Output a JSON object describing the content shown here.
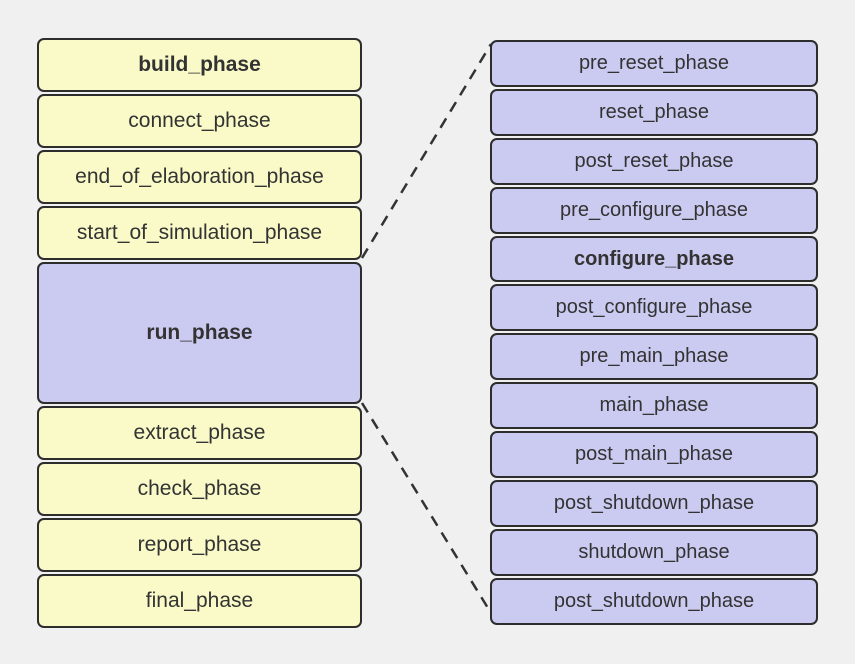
{
  "colors": {
    "background": "#f0f0f0",
    "box_border": "#2d2d2d",
    "text": "#333333",
    "yellow_fill": "#fafac8",
    "lavender_fill": "#cbcbf2",
    "connector": "#333333"
  },
  "left_column": {
    "items": [
      {
        "label": "build_phase",
        "bold": true,
        "fill": "yellow"
      },
      {
        "label": "connect_phase",
        "bold": false,
        "fill": "yellow"
      },
      {
        "label": "end_of_elaboration_phase",
        "bold": false,
        "fill": "yellow"
      },
      {
        "label": "start_of_simulation_phase",
        "bold": false,
        "fill": "yellow"
      },
      {
        "label": "run_phase",
        "bold": true,
        "fill": "lavender"
      },
      {
        "label": "extract_phase",
        "bold": false,
        "fill": "yellow"
      },
      {
        "label": "check_phase",
        "bold": false,
        "fill": "yellow"
      },
      {
        "label": "report_phase",
        "bold": false,
        "fill": "yellow"
      },
      {
        "label": "final_phase",
        "bold": false,
        "fill": "yellow"
      }
    ]
  },
  "right_column": {
    "items": [
      {
        "label": "pre_reset_phase",
        "bold": false,
        "fill": "lavender"
      },
      {
        "label": "reset_phase",
        "bold": false,
        "fill": "lavender"
      },
      {
        "label": "post_reset_phase",
        "bold": false,
        "fill": "lavender"
      },
      {
        "label": "pre_configure_phase",
        "bold": false,
        "fill": "lavender"
      },
      {
        "label": "configure_phase",
        "bold": true,
        "fill": "lavender"
      },
      {
        "label": "post_configure_phase",
        "bold": false,
        "fill": "lavender"
      },
      {
        "label": "pre_main_phase",
        "bold": false,
        "fill": "lavender"
      },
      {
        "label": "main_phase",
        "bold": false,
        "fill": "lavender"
      },
      {
        "label": "post_main_phase",
        "bold": false,
        "fill": "lavender"
      },
      {
        "label": "post_shutdown_phase",
        "bold": false,
        "fill": "lavender"
      },
      {
        "label": "shutdown_phase",
        "bold": false,
        "fill": "lavender"
      },
      {
        "label": "post_shutdown_phase",
        "bold": false,
        "fill": "lavender"
      }
    ]
  },
  "connectors": [
    {
      "name": "run-phase-to-subphases-top",
      "style": "dashed"
    },
    {
      "name": "run-phase-to-subphases-bottom",
      "style": "dashed"
    }
  ]
}
